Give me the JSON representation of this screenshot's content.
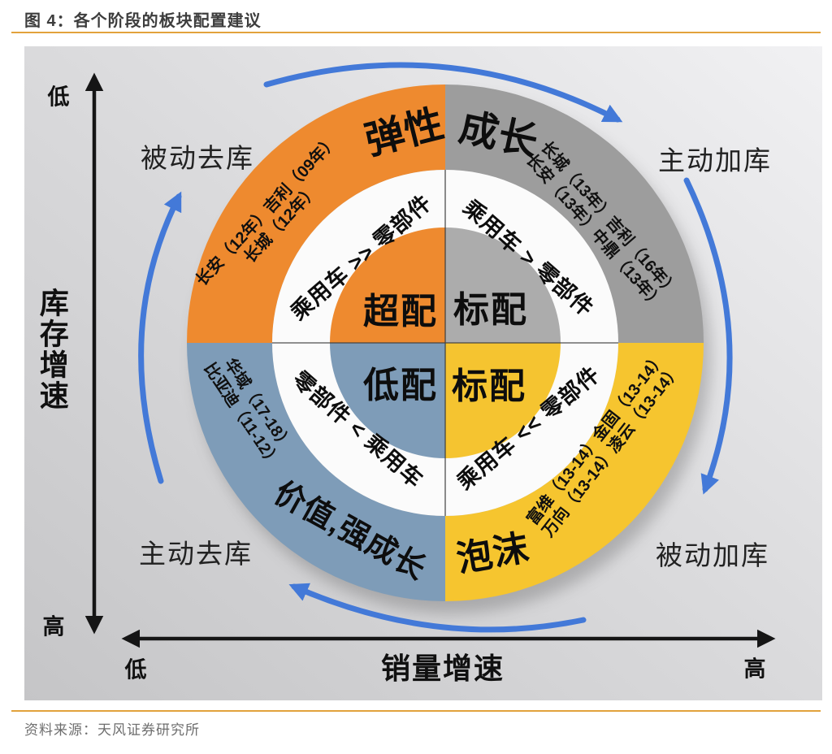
{
  "title": "图 4：各个阶段的板块配置建议",
  "source": "资料来源：天风证券研究所",
  "colors": {
    "accent_rule": "#E2A23C",
    "arrow_blue": "#4379D8",
    "axis_black": "#151515",
    "ring_white": "#FBFBFB",
    "panel_light": "#F1F1F3",
    "panel_dark": "#C5C5C7"
  },
  "axes": {
    "y_label": "库存增速",
    "y_top_tick": "低",
    "y_bottom_tick": "高",
    "x_label": "销量增速",
    "x_left_tick": "低",
    "x_right_tick": "高"
  },
  "phases": {
    "top_left": "被动去库",
    "top_right": "主动加库",
    "bottom_left": "主动去库",
    "bottom_right": "被动加库"
  },
  "quadrants": {
    "top_left": {
      "style": "弹性",
      "stocks_line1": "长安（12年）吉利（09年）",
      "stocks_line2": "长城（12年）",
      "relation": "乘用车 >> 零部件",
      "allocation": "超配",
      "ring_color": "#EE8A2F",
      "inner_color": "#EE8A2F"
    },
    "top_right": {
      "style": "成长",
      "stocks_line1": "长城（13年）吉利（16年）",
      "stocks_line2": "长安（13年）中鼎（13年）",
      "relation": "乘用车 > 零部件",
      "allocation": "标配",
      "ring_color": "#9D9D9D",
      "inner_color": "#ACACAC"
    },
    "bottom_left": {
      "style": "价值,强成长",
      "stocks_line1": "华域（17-18）",
      "stocks_line2": "比亚迪（11-12）",
      "relation": "零部件 < 乘用车",
      "allocation": "低配",
      "ring_color": "#7E9CB8",
      "inner_color": "#7E9CB8"
    },
    "bottom_right": {
      "style": "泡沫",
      "stocks_line1": "富维（13-14）金固（13-14）",
      "stocks_line2": "万向（13-14）凌云（13-14）",
      "relation": "乘用车 << 零部件",
      "allocation": "标配",
      "ring_color": "#F6C52F",
      "inner_color": "#F5C430"
    }
  }
}
